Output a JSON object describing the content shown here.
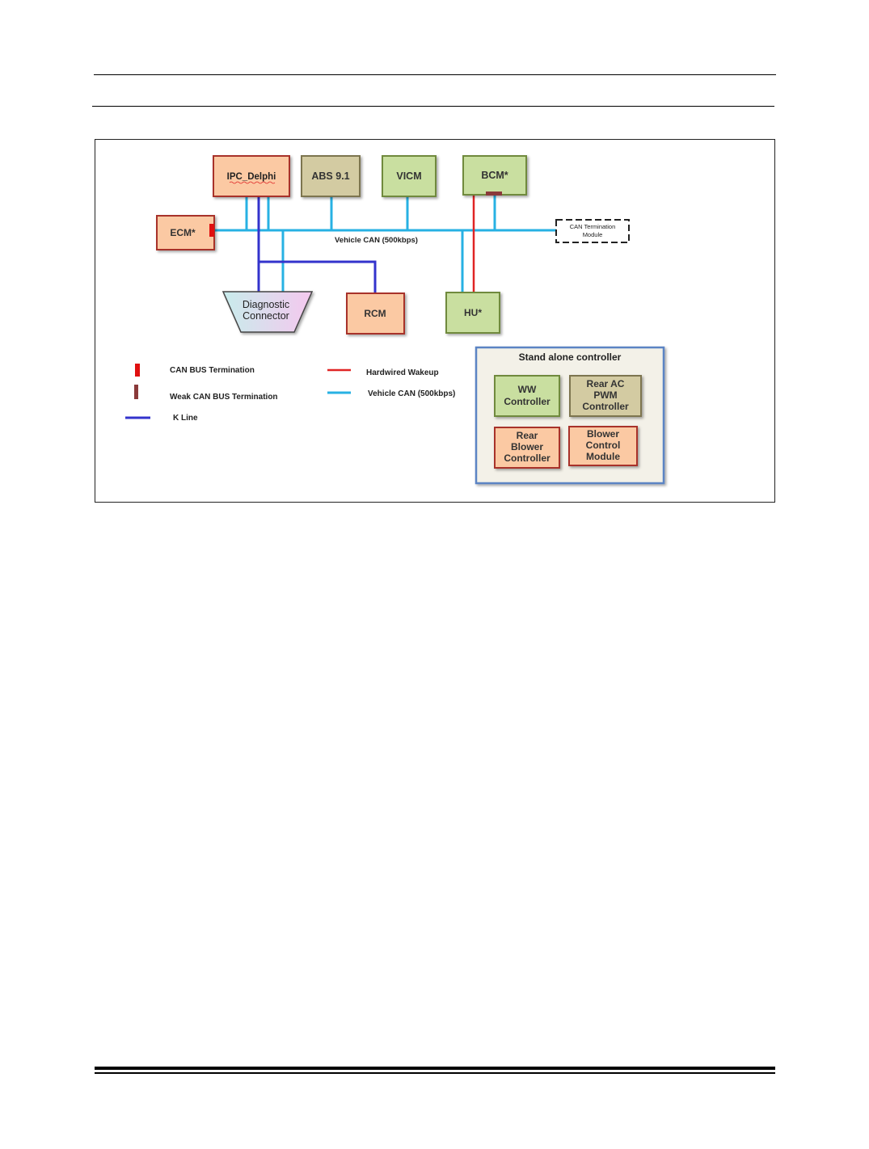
{
  "diagram": {
    "modules": {
      "ipc": "IPC_Delphi",
      "abs": "ABS 9.1",
      "vicm": "VICM",
      "bcm": "BCM*",
      "ecm": "ECM*",
      "diag_line1": "Diagnostic",
      "diag_line2": "Connector",
      "rcm": "RCM",
      "hu": "HU*",
      "can_term_line1": "CAN Termination",
      "can_term_line2": "Module"
    },
    "bus_label": "Vehicle CAN (500kbps)",
    "legend": {
      "can_bus_termination": "CAN  BUS Termination",
      "weak_can_bus_termination": "Weak CAN BUS Termination",
      "k_line": "K Line",
      "hardwired_wakeup": "Hardwired Wakeup",
      "vehicle_can": "Vehicle CAN (500kbps)"
    },
    "standalone": {
      "title": "Stand alone controller",
      "ww": [
        "WW",
        "Controller"
      ],
      "rear_ac": [
        "Rear AC",
        "PWM",
        "Controller"
      ],
      "rear_blower": [
        "Rear",
        "Blower",
        "Controller"
      ],
      "blower_control": [
        "Blower",
        "Control",
        "Module"
      ]
    },
    "colors": {
      "orange_fill": "#fbc9a3",
      "orange_border": "#a8332b",
      "green_fill": "#c9dfa0",
      "green_border": "#6f8a3c",
      "tan_fill": "#d3cba2",
      "tan_border": "#7d7550",
      "can_line": "#27b1e3",
      "k_line": "#3333cc",
      "wakeup_line": "#e02424",
      "termination": "#e01010",
      "weak_termination": "#8a3a3a",
      "panel_border": "#5b84c4",
      "panel_fill": "#f3f1e8"
    }
  }
}
